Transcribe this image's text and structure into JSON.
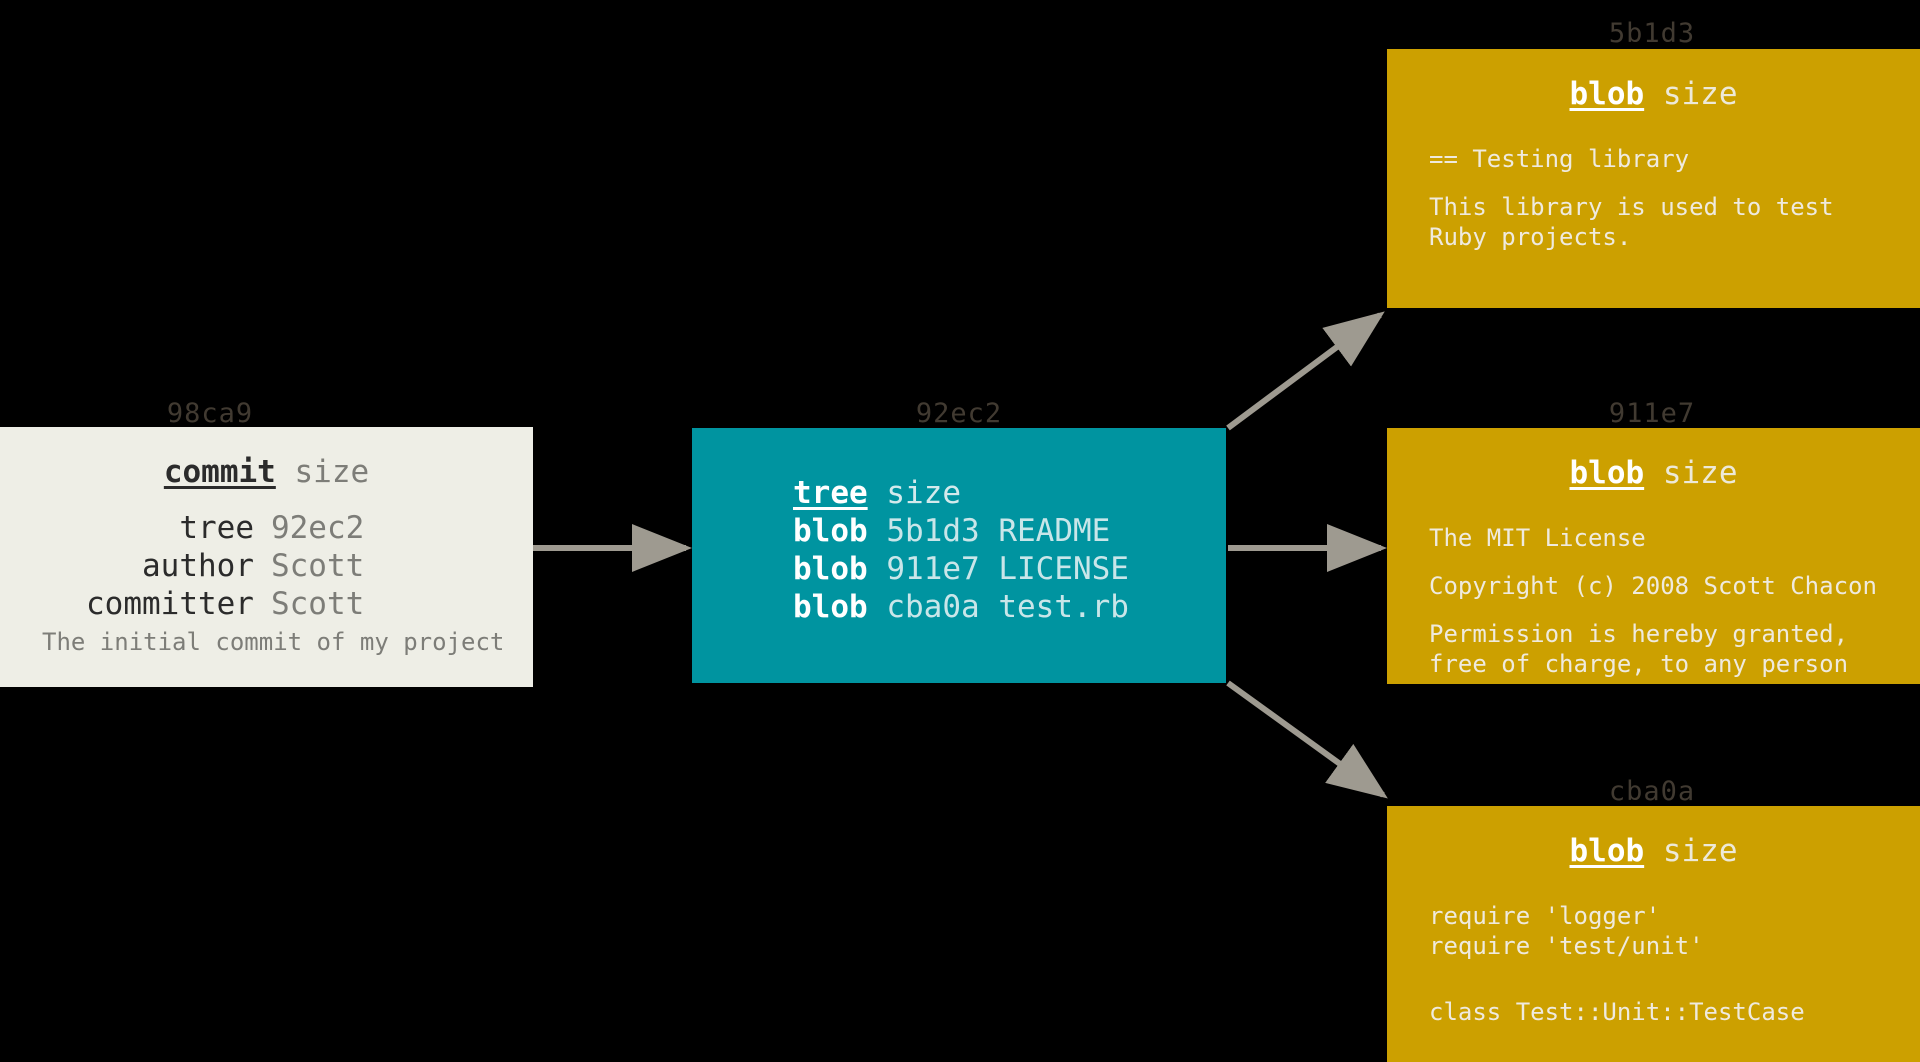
{
  "diagram": {
    "title": "git-object-model",
    "background": "#000000",
    "colors": {
      "commit_box": "#eeeee6",
      "tree_box": "#0094a0",
      "blob_box": "#cca000",
      "hash_label": "#413a31",
      "arrow": "#9e9a90"
    }
  },
  "commit_object": {
    "hash": "98ca9",
    "header_keyword": "commit",
    "header_size": "size",
    "fields": [
      {
        "key": "tree",
        "value": "92ec2"
      },
      {
        "key": "author",
        "value": "Scott"
      },
      {
        "key": "committer",
        "value": "Scott"
      }
    ],
    "message": "The initial commit of my project"
  },
  "tree_object": {
    "hash": "92ec2",
    "header_keyword": "tree",
    "header_size": "size",
    "entries": [
      {
        "type": "blob",
        "sha": "5b1d3",
        "name": "README"
      },
      {
        "type": "blob",
        "sha": "911e7",
        "name": "LICENSE"
      },
      {
        "type": "blob",
        "sha": "cba0a",
        "name": "test.rb"
      }
    ]
  },
  "blob_objects": [
    {
      "hash": "5b1d3",
      "header_keyword": "blob",
      "header_size": "size",
      "content_lines": [
        "== Testing library",
        "",
        "This library is used to test",
        "Ruby projects."
      ]
    },
    {
      "hash": "911e7",
      "header_keyword": "blob",
      "header_size": "size",
      "content_lines": [
        "The MIT License",
        "",
        "Copyright (c) 2008 Scott Chacon",
        "",
        "Permission is hereby granted,",
        "free of charge, to any person"
      ]
    },
    {
      "hash": "cba0a",
      "header_keyword": "blob",
      "header_size": "size",
      "content_lines": [
        "require 'logger'",
        "require 'test/unit'",
        "",
        "",
        "class Test::Unit::TestCase"
      ]
    }
  ],
  "arrows": [
    {
      "name": "commit-to-tree",
      "from": "commit_object",
      "to": "tree_object"
    },
    {
      "name": "tree-to-blob-5b1d3",
      "from": "tree_object",
      "to": "blob_5b1d3"
    },
    {
      "name": "tree-to-blob-911e7",
      "from": "tree_object",
      "to": "blob_911e7"
    },
    {
      "name": "tree-to-blob-cba0a",
      "from": "tree_object",
      "to": "blob_cba0a"
    }
  ]
}
